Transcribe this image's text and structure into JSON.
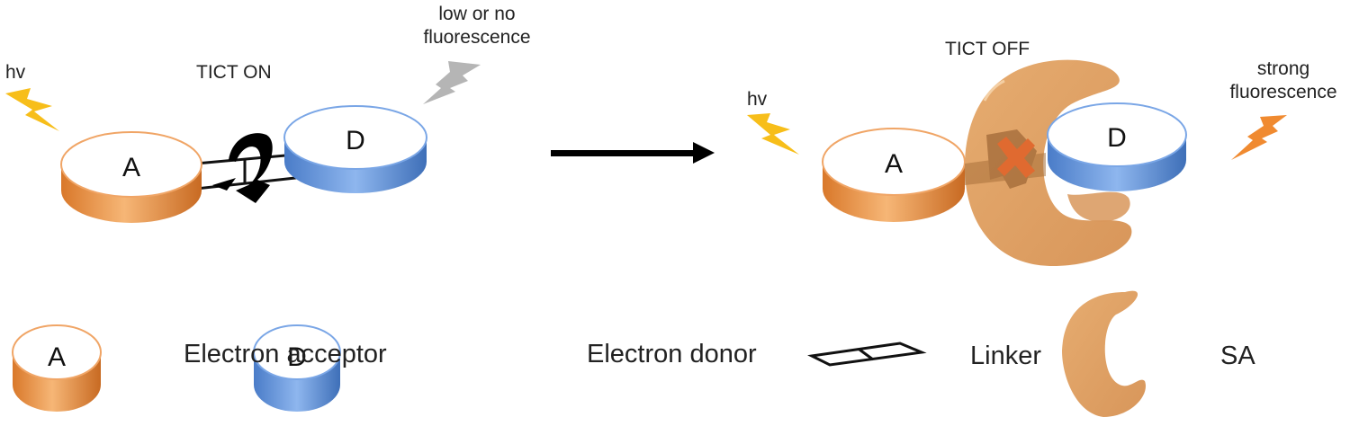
{
  "left_state": {
    "title": "TICT ON",
    "excitation_label": "hv",
    "emission_label_line1": "low or no",
    "emission_label_line2": "fluorescence",
    "acceptor_letter": "A",
    "donor_letter": "D",
    "excitation_color": "#F7BE1A",
    "emission_color": "#B0B0B0"
  },
  "right_state": {
    "title": "TICT OFF",
    "excitation_label": "hv",
    "emission_label_line1": "strong",
    "emission_label_line2": "fluorescence",
    "acceptor_letter": "A",
    "donor_letter": "D",
    "excitation_color": "#F7BE1A",
    "emission_color": "#F08A30",
    "blocked_marker_color": "#E06A30"
  },
  "legend": {
    "acceptor": {
      "letter": "A",
      "label": "Electron acceptor"
    },
    "donor": {
      "letter": "D",
      "label": "Electron donor"
    },
    "linker": {
      "label": "Linker"
    },
    "sa": {
      "label": "SA"
    }
  },
  "colors": {
    "acceptor": "#E8913C",
    "donor": "#5B8ED6",
    "sa": "#E0A468",
    "arrow": "#000000"
  }
}
